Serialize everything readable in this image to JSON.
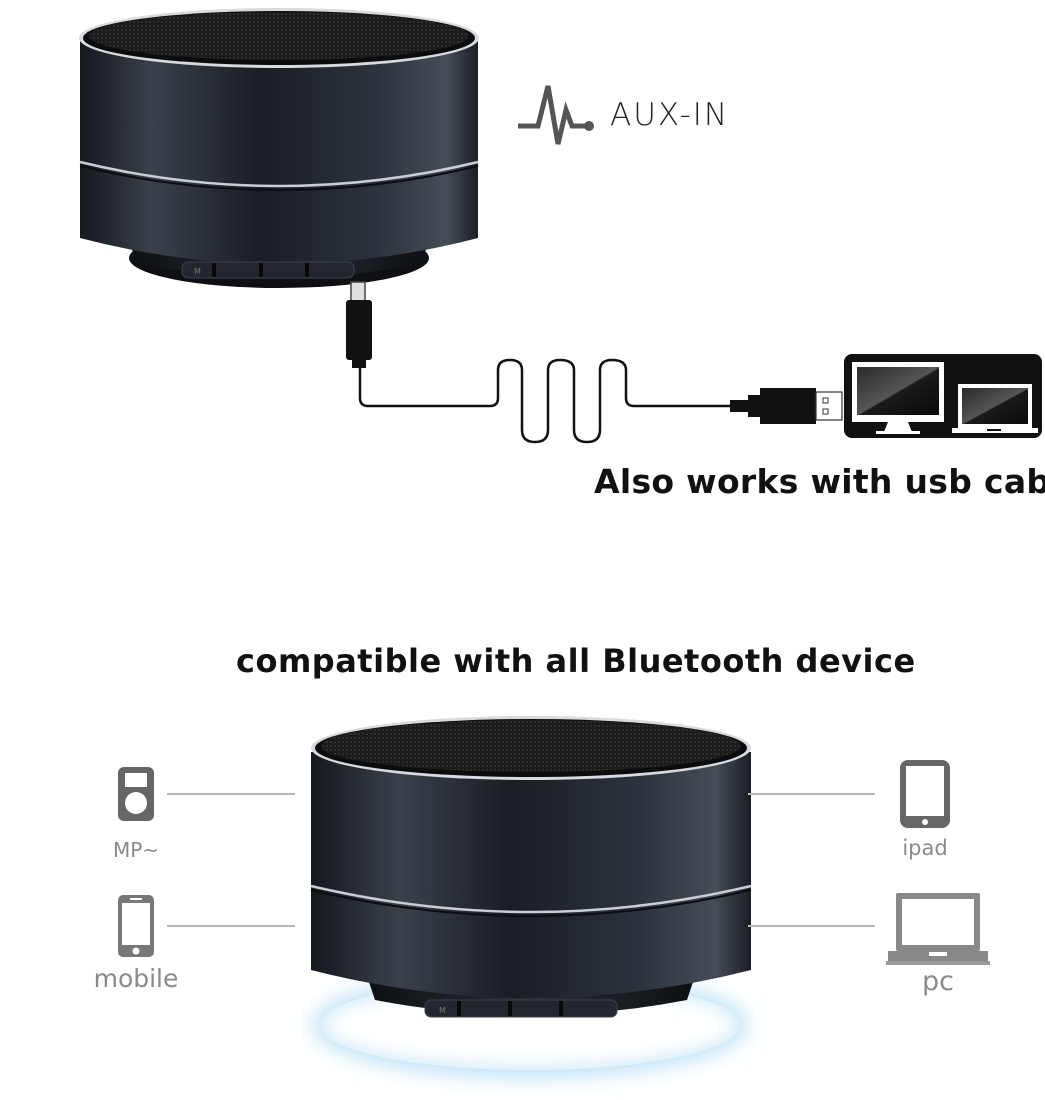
{
  "top_section": {
    "aux_label": "AUX-IN",
    "aux_icon": "audio-pulse-icon",
    "usb_caption": "Also works with usb cable",
    "computer_icons": [
      "desktop-monitor-icon",
      "laptop-icon"
    ],
    "speaker_buttons": [
      "M",
      "<",
      "",
      ">"
    ]
  },
  "bottom_section": {
    "headline": "compatible with all Bluetooth device",
    "devices": {
      "left": [
        {
          "label": "MP~",
          "icon": "mp3-player-icon"
        },
        {
          "label": "mobile",
          "icon": "smartphone-icon"
        }
      ],
      "right": [
        {
          "label": "ipad",
          "icon": "tablet-icon"
        },
        {
          "label": "pc",
          "icon": "laptop-icon"
        }
      ]
    },
    "speaker_buttons": [
      "M",
      "<",
      "",
      ">"
    ],
    "glow_color": "#9fd4f2"
  },
  "colors": {
    "speaker_body": "#1c2129",
    "text": "#111111",
    "device_icon": "#6d6d6d",
    "device_label": "#8a8a8a"
  }
}
